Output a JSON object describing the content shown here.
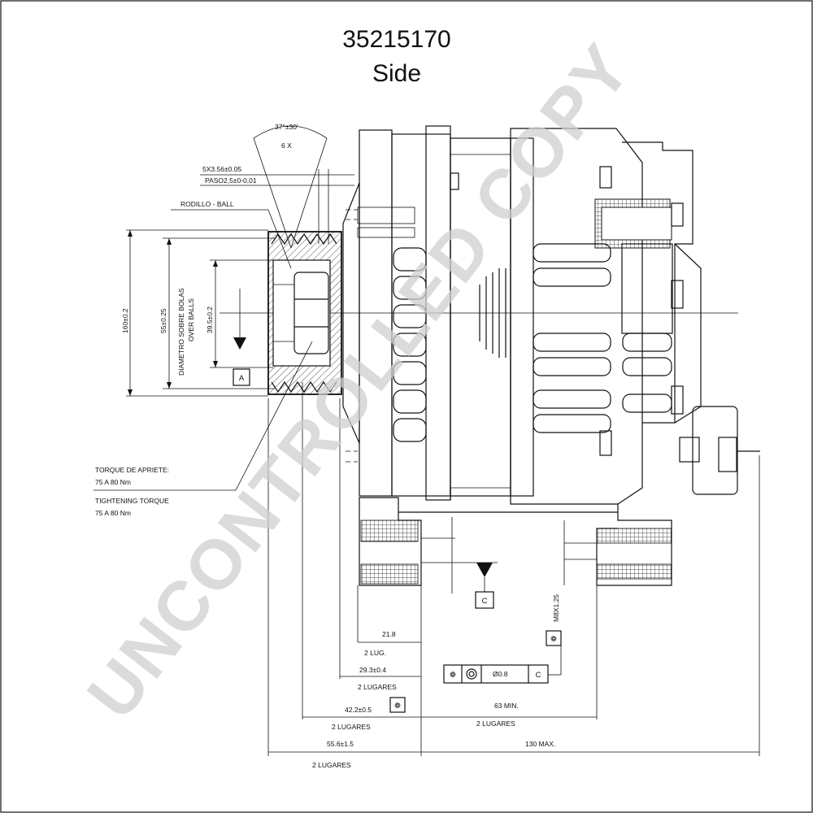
{
  "header": {
    "part_number": "35215170",
    "view": "Side"
  },
  "watermark": {
    "text": "UNCONTROLLED COPY"
  },
  "pulley": {
    "angle_label": "37°±30'",
    "grooves_label": "6 X",
    "groove_pitch_label": "5X3.56±0.05",
    "pitch_label": "PASO2,5±0-0,01",
    "bearing_label": "RODILLO - BALL",
    "dim_160": "160±0.2",
    "dim_55": "55±0.25",
    "over_balls_es": "DIAMETRO SOBRE BOLAS",
    "over_balls_en": "OVER BALLS",
    "dim_39": "39.5±0.2",
    "datum_a": "A"
  },
  "torque": {
    "es_title": "TORQUE DE APRIETE:",
    "es_value": "75 A 80 Nm",
    "en_title": "TIGHTENING TORQUE",
    "en_value": "75 A 80 Nm"
  },
  "dimensions": {
    "d21": "21.8",
    "d21_note": "2 LUG.",
    "d29": "29.3±0.4",
    "d29_note": "2 LUGARES",
    "d42": "42.2±0.5",
    "d42_note": "2 LUGARES",
    "d55": "55.6±1.5",
    "d55_note": "2 LUGARES",
    "d63": "63 MIN.",
    "d63_note": "2 LUGARES",
    "d130": "130 MAX.",
    "thread": "M8X1.25",
    "datum_c": "C",
    "tol_diam": "Ø0.8",
    "tol_datum": "C",
    "gdt_symbol": "❁"
  }
}
